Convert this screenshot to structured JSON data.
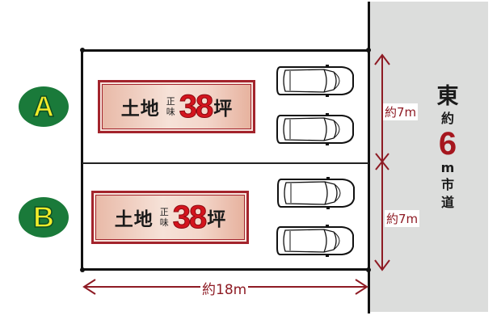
{
  "colors": {
    "road": "#dcdddc",
    "dimension": "#8e1b24",
    "badge_fill": "#1a7a3a",
    "badge_letter": "#f2ec2a",
    "plate_border": "#a3242c",
    "area_number": "#d4141e"
  },
  "lots": [
    {
      "id": "A",
      "badge": "A",
      "plate": {
        "label": "土地",
        "net_top": "正",
        "net_bottom": "味",
        "area": "38",
        "unit": "坪"
      },
      "parking_spaces": 2,
      "frontage": "約7m"
    },
    {
      "id": "B",
      "badge": "B",
      "plate": {
        "label": "土地",
        "net_top": "正",
        "net_bottom": "味",
        "area": "38",
        "unit": "坪"
      },
      "parking_spaces": 2,
      "frontage": "約7m"
    }
  ],
  "depth_dimension": "約18m",
  "road": {
    "direction": "東",
    "approx": "約",
    "width_value": "6",
    "width_unit": "m",
    "type_1": "市",
    "type_2": "道"
  },
  "icons": {
    "car": "car-top-view-icon",
    "arrow": "double-arrow-icon"
  }
}
